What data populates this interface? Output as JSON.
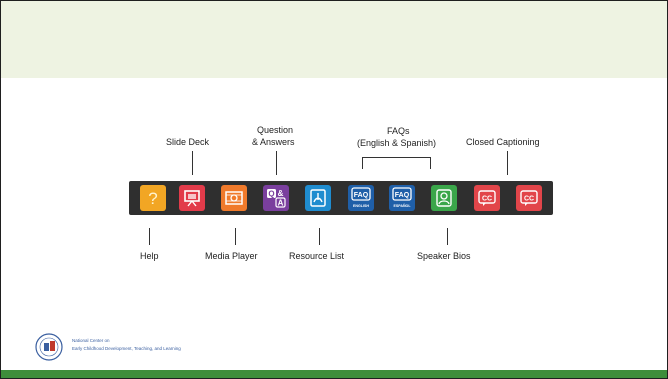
{
  "toolbar": {
    "buttons": [
      {
        "id": "help",
        "icon": "question-icon",
        "color": "#f2a624"
      },
      {
        "id": "slide-deck",
        "icon": "presentation-icon",
        "color": "#e23b4a"
      },
      {
        "id": "media-player",
        "icon": "film-icon",
        "color": "#f07a2b"
      },
      {
        "id": "qa",
        "icon": "qa-icon",
        "color": "#7a3f9e"
      },
      {
        "id": "resource-list",
        "icon": "pdf-icon",
        "color": "#1f8ccf"
      },
      {
        "id": "faq-english",
        "icon": "faq-icon",
        "color": "#1f5fa8",
        "line1": "FAQ",
        "line2": "ENGLISH"
      },
      {
        "id": "faq-espanol",
        "icon": "faq-icon",
        "color": "#1f5fa8",
        "line1": "FAQ",
        "line2": "ESPAÑOL"
      },
      {
        "id": "speaker-bios",
        "icon": "speaker-icon",
        "color": "#3aa64a"
      },
      {
        "id": "cc-1",
        "icon": "cc-icon",
        "color": "#e2454a",
        "text": "CC"
      },
      {
        "id": "cc-2",
        "icon": "cc-icon",
        "color": "#e2454a",
        "text": "CC"
      }
    ]
  },
  "labels": {
    "help": "Help",
    "slide_deck": "Slide Deck",
    "media_player": "Media Player",
    "qa_line1": "Question",
    "qa_line2": "& Answers",
    "resource_list": "Resource List",
    "faqs_line1": "FAQs",
    "faqs_line2": "(English & Spanish)",
    "speaker_bios": "Speaker Bios",
    "closed_captioning": "Closed Captioning"
  },
  "footer": {
    "org_line1": "National Center on",
    "org_line2": "Early Childhood Development, Teaching, and Learning"
  }
}
